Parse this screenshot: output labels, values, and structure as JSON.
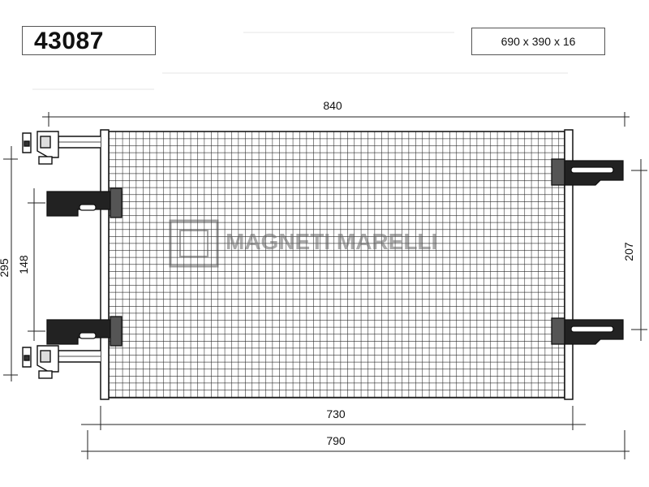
{
  "header": {
    "part_number": "43087",
    "core_dimensions": "690 x 390 x 16"
  },
  "dimensions": {
    "overall_width": "840",
    "core_width": "730",
    "frame_width": "790",
    "overall_height": "295",
    "left_bracket_spacing": "148",
    "right_bracket_spacing": "207"
  },
  "watermark": {
    "logo_text": "MAGNETI MARELLI"
  }
}
